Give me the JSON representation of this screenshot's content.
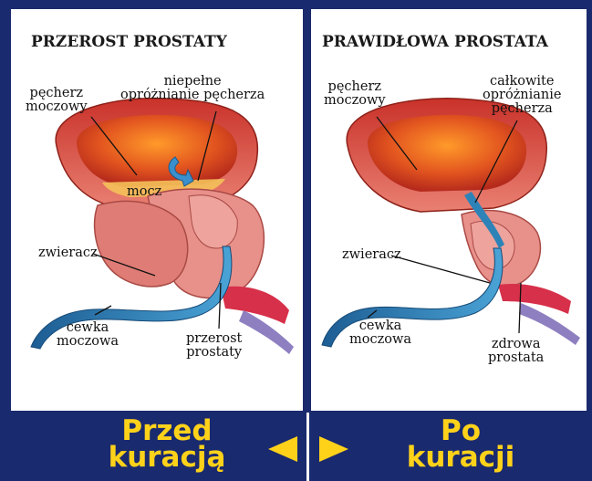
{
  "left_panel": {
    "title": "PRZEROST PROSTATY",
    "labels": {
      "bladder": [
        "pęcherz",
        "moczowy"
      ],
      "incomplete": [
        "niepełne",
        "opróżnianie pęcherza"
      ],
      "urine": "mocz",
      "sphincter": "zwieracz",
      "urethra": [
        "cewka",
        "moczowa"
      ],
      "enlarged": [
        "przerost",
        "prostaty"
      ]
    }
  },
  "right_panel": {
    "title": "PRAWIDŁOWA PROSTATA",
    "labels": {
      "bladder": [
        "pęcherz",
        "moczowy"
      ],
      "complete": [
        "całkowite",
        "opróżnianie",
        "pęcherza"
      ],
      "sphincter": "zwieracz",
      "urethra": [
        "cewka",
        "moczowa"
      ],
      "healthy": [
        "zdrowa",
        "prostata"
      ]
    }
  },
  "bottom": {
    "before": [
      "Przed",
      "kuracją"
    ],
    "after": [
      "Po",
      "kuracji"
    ]
  },
  "colors": {
    "navy": "#1a2a6e",
    "yellow": "#ffd21a",
    "bladder": "#d9442b",
    "prostate": "#e8908a",
    "urethra": "#2d83b8"
  }
}
